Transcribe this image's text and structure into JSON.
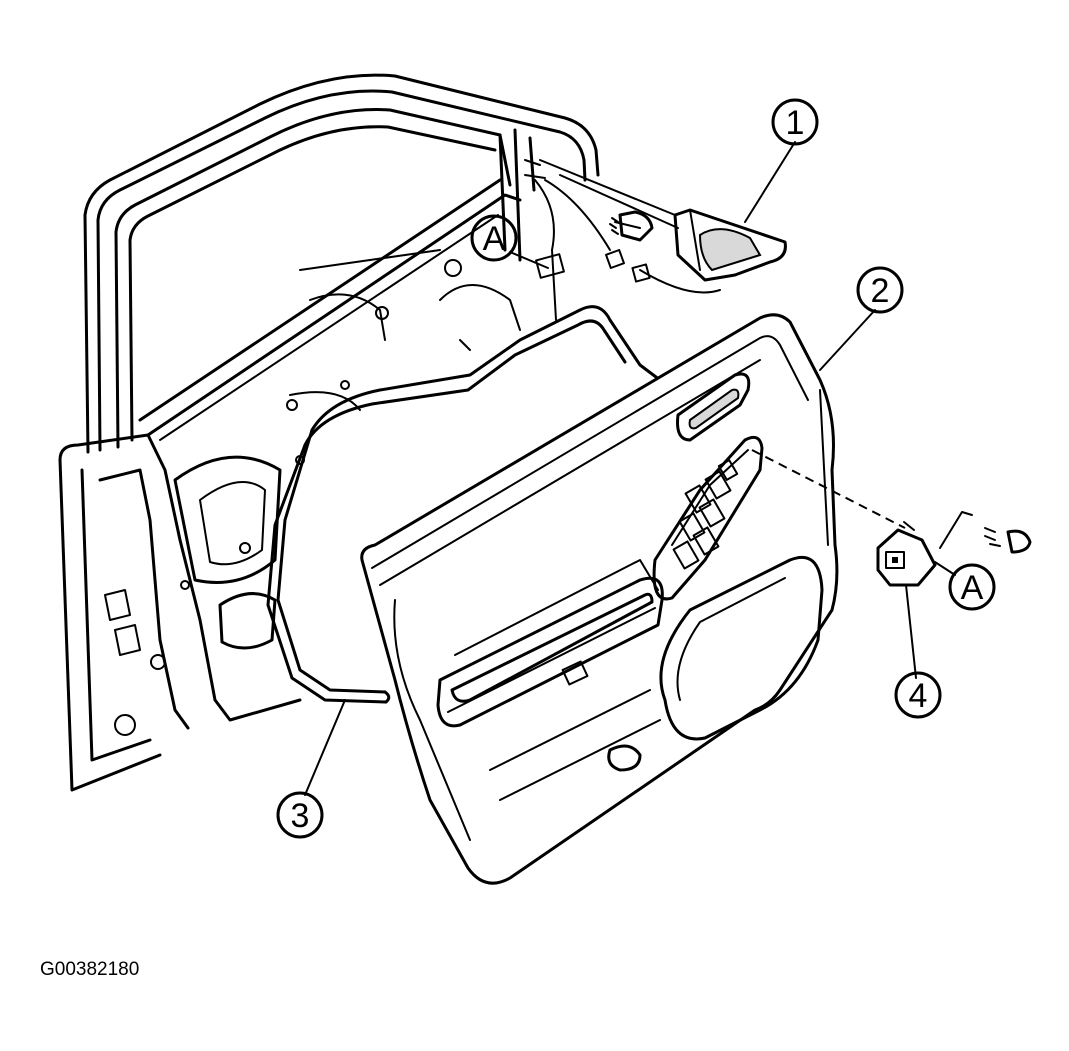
{
  "callouts": {
    "c1": "1",
    "c2": "2",
    "c3": "3",
    "c4": "4",
    "connector_a_upper": "A",
    "connector_a_lower": "A"
  },
  "figure_code": "G00382180"
}
